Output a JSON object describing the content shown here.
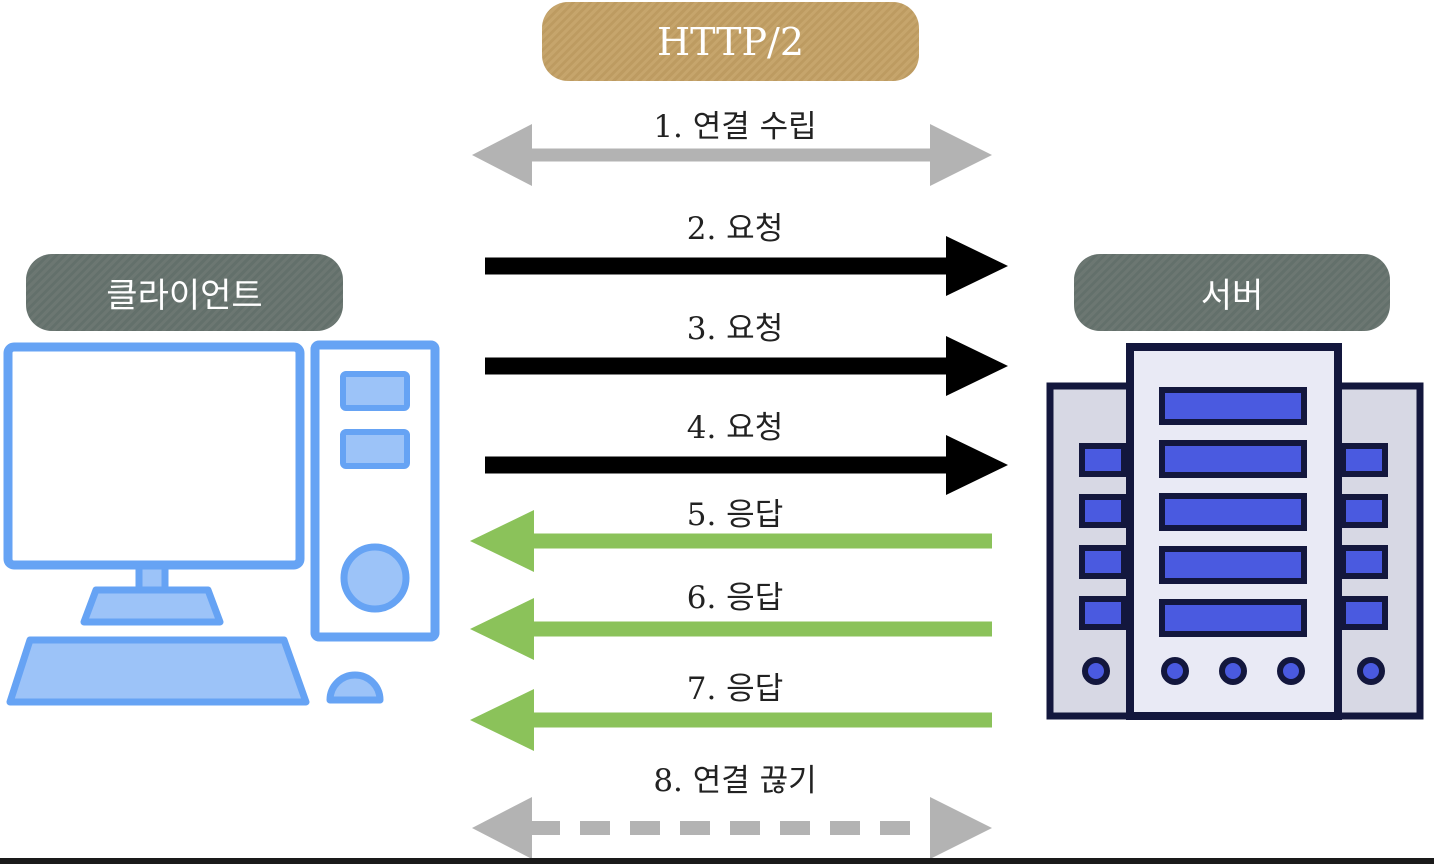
{
  "protocol_label": "HTTP/2",
  "client_label": "클라이언트",
  "server_label": "서버",
  "steps": [
    {
      "label": "1. 연결 수립",
      "kind": "bidirectional",
      "color": "#b3b3b3"
    },
    {
      "label": "2. 요청",
      "kind": "request",
      "color": "#000000"
    },
    {
      "label": "3. 요청",
      "kind": "request",
      "color": "#000000"
    },
    {
      "label": "4. 요청",
      "kind": "request",
      "color": "#000000"
    },
    {
      "label": "5. 응답",
      "kind": "response",
      "color": "#8bc25a"
    },
    {
      "label": "6. 응답",
      "kind": "response",
      "color": "#8bc25a"
    },
    {
      "label": "7. 응답",
      "kind": "response",
      "color": "#8bc25a"
    },
    {
      "label": "8. 연결 끊기",
      "kind": "bidirectional-dashed",
      "color": "#b3b3b3"
    }
  ],
  "icons": {
    "client": "desktop-computer-icon",
    "server": "server-rack-icon"
  },
  "colors": {
    "client_icon": "#66a3f4",
    "client_icon_fill": "#9cc3f8",
    "server_outline": "#13173d",
    "server_accent": "#4a5ae0",
    "server_panel": "#e9eaf5"
  }
}
